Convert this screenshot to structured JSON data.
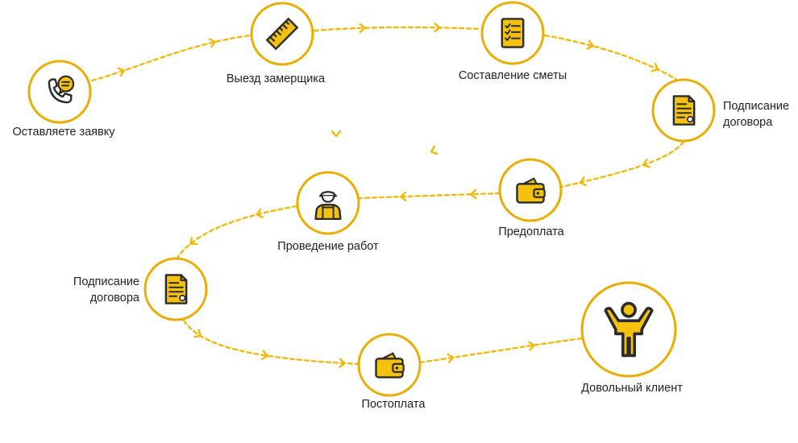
{
  "colors": {
    "accent": "#f2b705",
    "accent_dark": "#e8ad00",
    "icon_fill": "#f4c20d",
    "icon_stroke": "#2b2b2b",
    "text": "#222222"
  },
  "steps": [
    {
      "id": "request",
      "icon": "phone-chat-icon",
      "lines": [
        "Оставляете заявку"
      ]
    },
    {
      "id": "measurer",
      "icon": "ruler-icon",
      "lines": [
        "Выезд замерщика"
      ]
    },
    {
      "id": "estimate",
      "icon": "checklist-icon",
      "lines": [
        "Составление сметы"
      ]
    },
    {
      "id": "contract-1",
      "icon": "document-icon",
      "lines": [
        "Подписание",
        "договора"
      ]
    },
    {
      "id": "prepayment",
      "icon": "wallet-icon",
      "lines": [
        "Предоплата"
      ]
    },
    {
      "id": "works",
      "icon": "worker-icon",
      "lines": [
        "Проведение работ"
      ]
    },
    {
      "id": "contract-2",
      "icon": "document-icon",
      "lines": [
        "Подписание",
        "договора"
      ]
    },
    {
      "id": "postpayment",
      "icon": "wallet-icon",
      "lines": [
        "Постоплата"
      ]
    },
    {
      "id": "client",
      "icon": "happy-person-icon",
      "lines": [
        "Довольный клиент"
      ]
    }
  ]
}
